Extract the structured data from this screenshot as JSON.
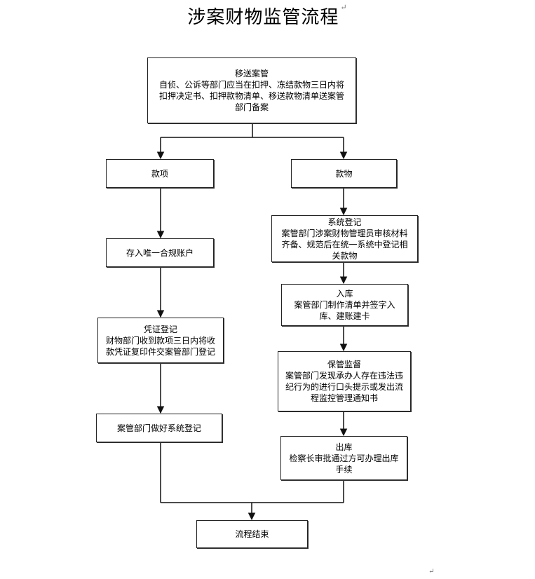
{
  "title": "涉案财物监管流程",
  "paragraph_mark": "↵",
  "nodes": {
    "transfer": {
      "lines": [
        "移送案管",
        "自侦、公诉等部门应当在扣押、冻结款物三日内将",
        "扣押决定书、扣押款物清单、移送款物清单送案管",
        "部门备案"
      ]
    },
    "funds": {
      "lines": [
        "款项"
      ]
    },
    "items": {
      "lines": [
        "款物"
      ]
    },
    "deposit": {
      "lines": [
        "存入唯一合规账户"
      ]
    },
    "sysreg": {
      "lines": [
        "系统登记",
        "案管部门涉案财物管理员审核材料",
        "齐备、规范后在统一系统中登记相",
        "关款物"
      ]
    },
    "storage": {
      "lines": [
        "入库",
        "案管部门制作清单并签字入",
        "库、建账建卡"
      ]
    },
    "voucher": {
      "lines": [
        "凭证登记",
        "财物部门收到款项三日内将收",
        "款凭证复印件交案管部门登记"
      ]
    },
    "supervise": {
      "lines": [
        "保管监督",
        "案管部门发现承办人存在违法违",
        "纪行为的进行口头提示或发出流",
        "程监控管理通知书"
      ]
    },
    "casereg": {
      "lines": [
        "案管部门做好系统登记"
      ]
    },
    "outbound": {
      "lines": [
        "出库",
        "检察长审批通过方可办理出库",
        "手续"
      ]
    },
    "end": {
      "lines": [
        "流程结束"
      ]
    }
  }
}
